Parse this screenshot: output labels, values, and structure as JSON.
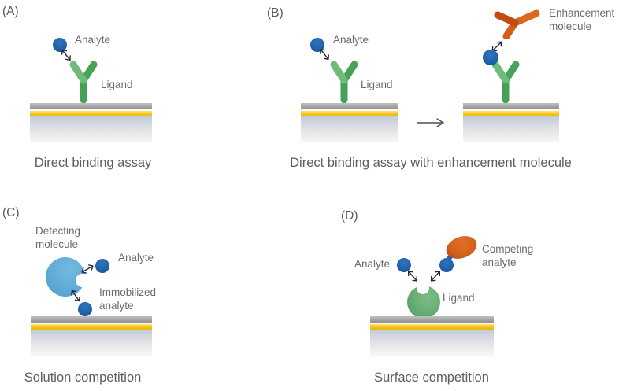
{
  "figure": {
    "type": "biosensor assay formats diagram",
    "colors": {
      "analyte_blue": "#2063ac",
      "detecting_blue": "#61acd8",
      "ligand_green": "#47a35a",
      "ligand_green_light": "#6fbb78",
      "enhancement_orange": "#de671c",
      "enhancement_orange_dark": "#bf4c10",
      "competing_orange": "#d2601d",
      "surface_gray": "#9a9a9a",
      "surface_gold": "#f3c211",
      "label_gray": "#6b6b6b",
      "caption_gray": "#5d5d5d",
      "arrow_dark": "#26263a"
    }
  },
  "panels": {
    "a": {
      "letter": "(A)",
      "analyte_label": "Analyte",
      "ligand_label": "Ligand",
      "caption": "Direct binding assay"
    },
    "b": {
      "letter": "(B)",
      "analyte_label": "Analyte",
      "ligand_label": "Ligand",
      "enhancement_label": "Enhancement\nmolecule",
      "caption": "Direct binding assay with enhancement molecule"
    },
    "c": {
      "letter": "(C)",
      "detecting_label": "Detecting\nmolecule",
      "analyte_label": "Analyte",
      "immobilized_label": "Immobilized\nanalyte",
      "caption": "Solution competition"
    },
    "d": {
      "letter": "(D)",
      "analyte_label": "Analyte",
      "competing_label": "Competing\nanalyte",
      "ligand_label": "Ligand",
      "caption": "Surface competition"
    }
  }
}
